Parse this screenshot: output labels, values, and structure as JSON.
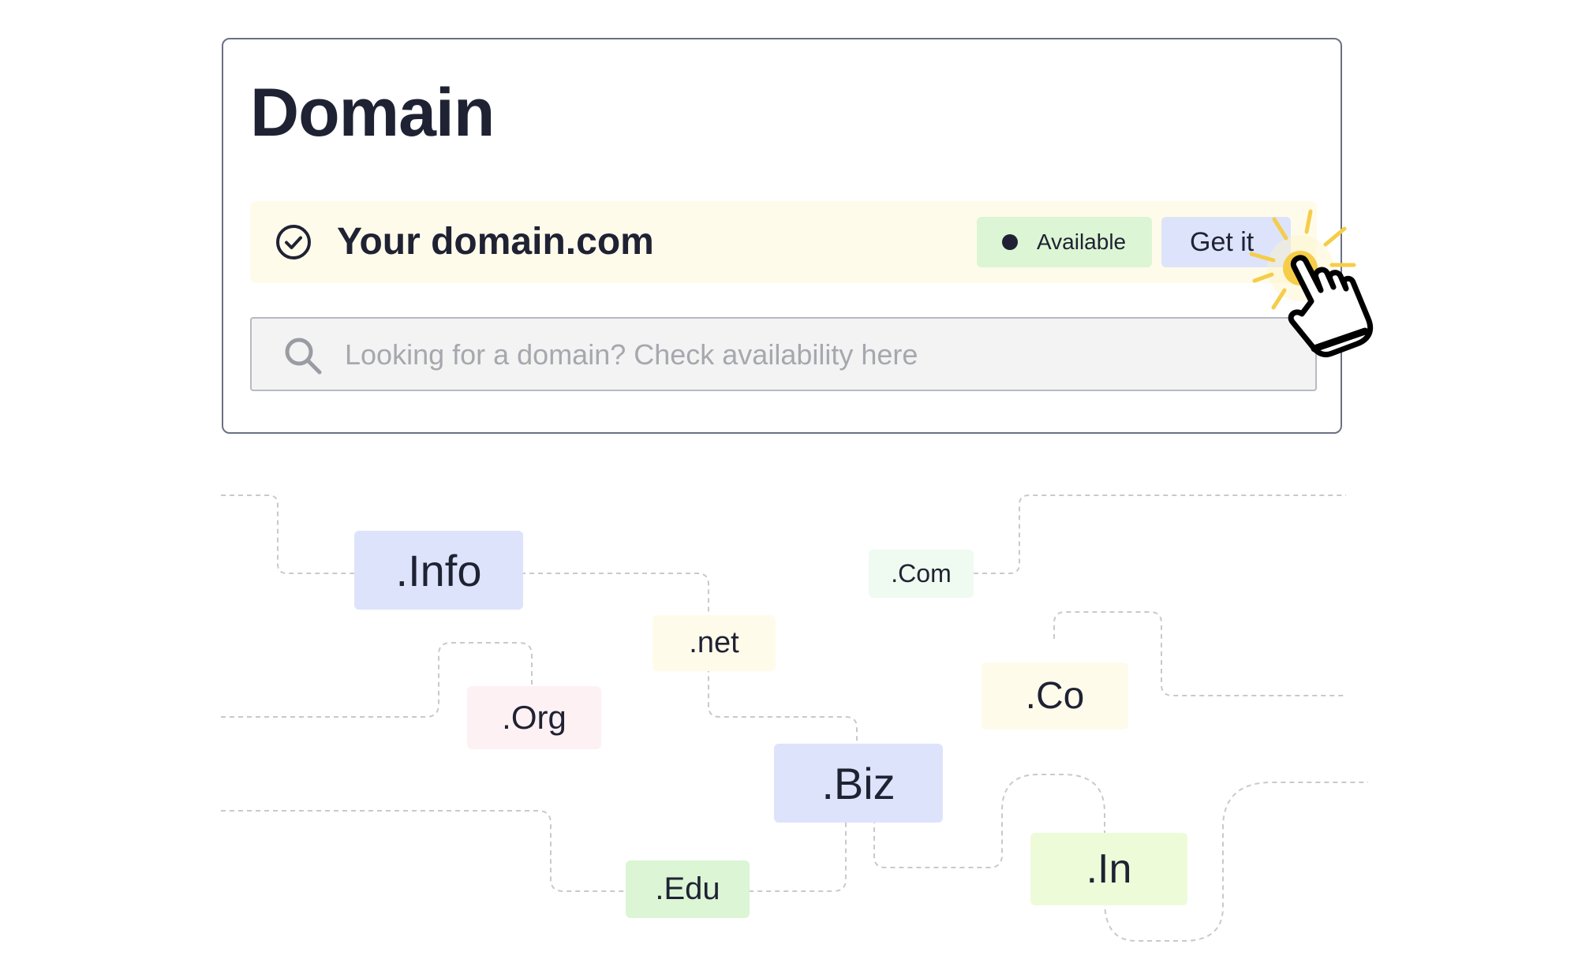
{
  "card": {
    "title": "Domain",
    "result": {
      "domain": "Your domain.com",
      "status": "Available",
      "action": "Get it"
    },
    "search": {
      "placeholder": "Looking for a domain? Check availability here",
      "value": ""
    }
  },
  "tlds": [
    {
      "label": ".Info",
      "bg": "#dde3fb"
    },
    {
      "label": ".Com",
      "bg": "#effaf0"
    },
    {
      "label": ".net",
      "bg": "#fffbeb"
    },
    {
      "label": ".Co",
      "bg": "#fffbeb"
    },
    {
      "label": ".Org",
      "bg": "#fdf1f4"
    },
    {
      "label": ".Biz",
      "bg": "#dde3fb"
    },
    {
      "label": ".In",
      "bg": "#eefbd9"
    },
    {
      "label": ".Edu",
      "bg": "#dcf5d4"
    }
  ],
  "colors": {
    "text": "#1f2233",
    "available": "#dcf5d4",
    "action": "#dde3fb",
    "highlight": "#fffbeb",
    "sparkle": "#f5cd48"
  }
}
